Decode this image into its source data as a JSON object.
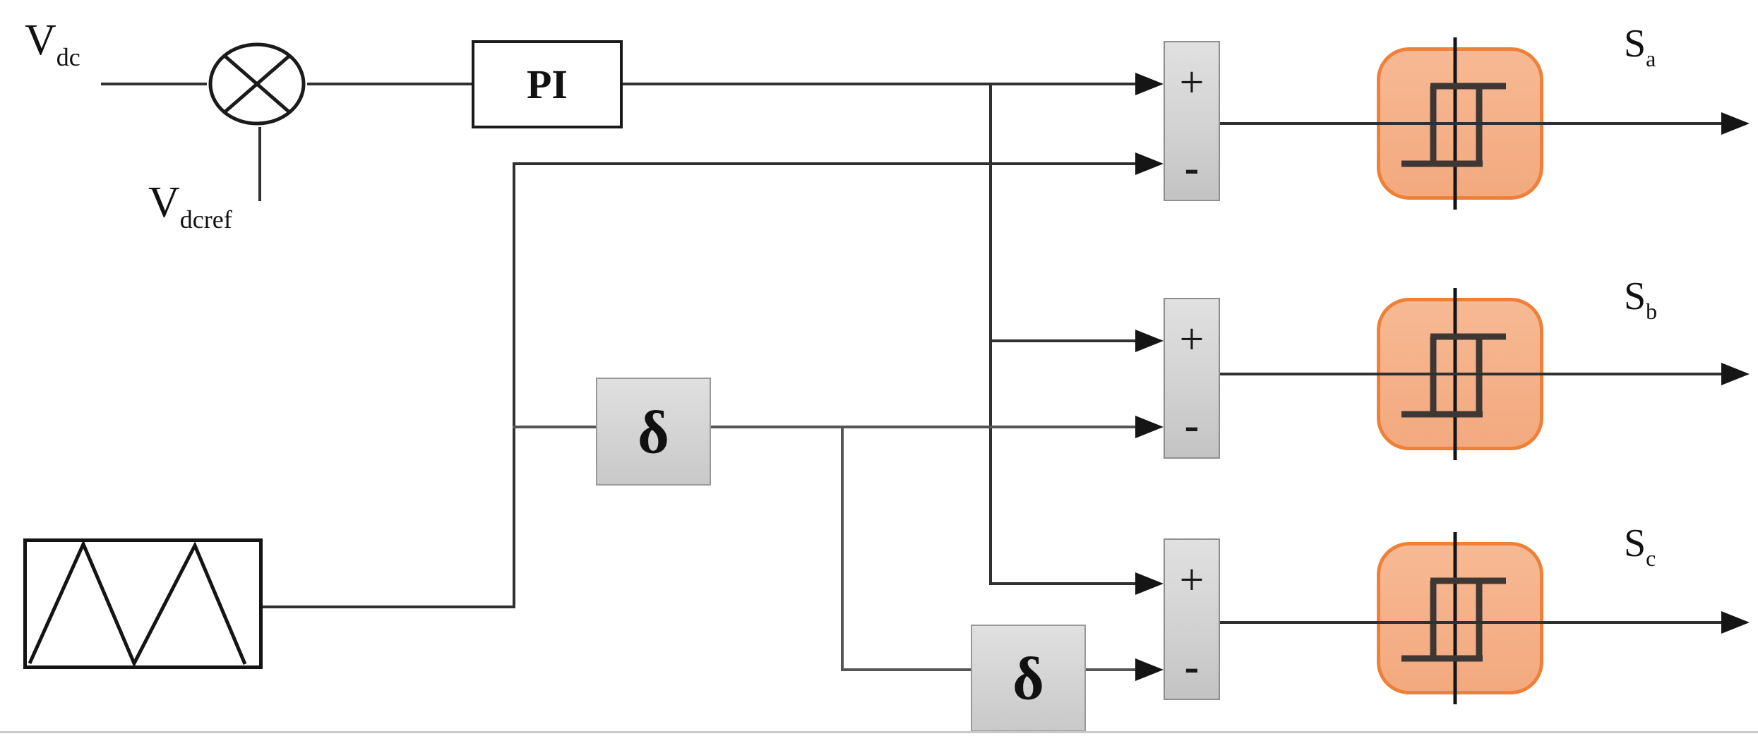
{
  "labels": {
    "input_signal": {
      "base": "V",
      "sub": "dc"
    },
    "reference_signal": {
      "base": "V",
      "sub": "dcref"
    },
    "pi_controller": "PI",
    "delta_block_1": "δ",
    "delta_block_2": "δ"
  },
  "summing_junctions": [
    {
      "plus": "+",
      "minus": "-"
    },
    {
      "plus": "+",
      "minus": "-"
    },
    {
      "plus": "+",
      "minus": "-"
    }
  ],
  "output_labels": [
    {
      "base": "S",
      "sub": "a"
    },
    {
      "base": "S",
      "sub": "b"
    },
    {
      "base": "S",
      "sub": "c"
    }
  ],
  "colors": {
    "hysteresis_fill": "#f5b28b",
    "hysteresis_border": "#ee8038",
    "block_fill": "#d8d8d8",
    "block_border": "#969696",
    "wire": "#333333",
    "background": "#ffffff",
    "bottom_rule": "#c9c9c9"
  }
}
